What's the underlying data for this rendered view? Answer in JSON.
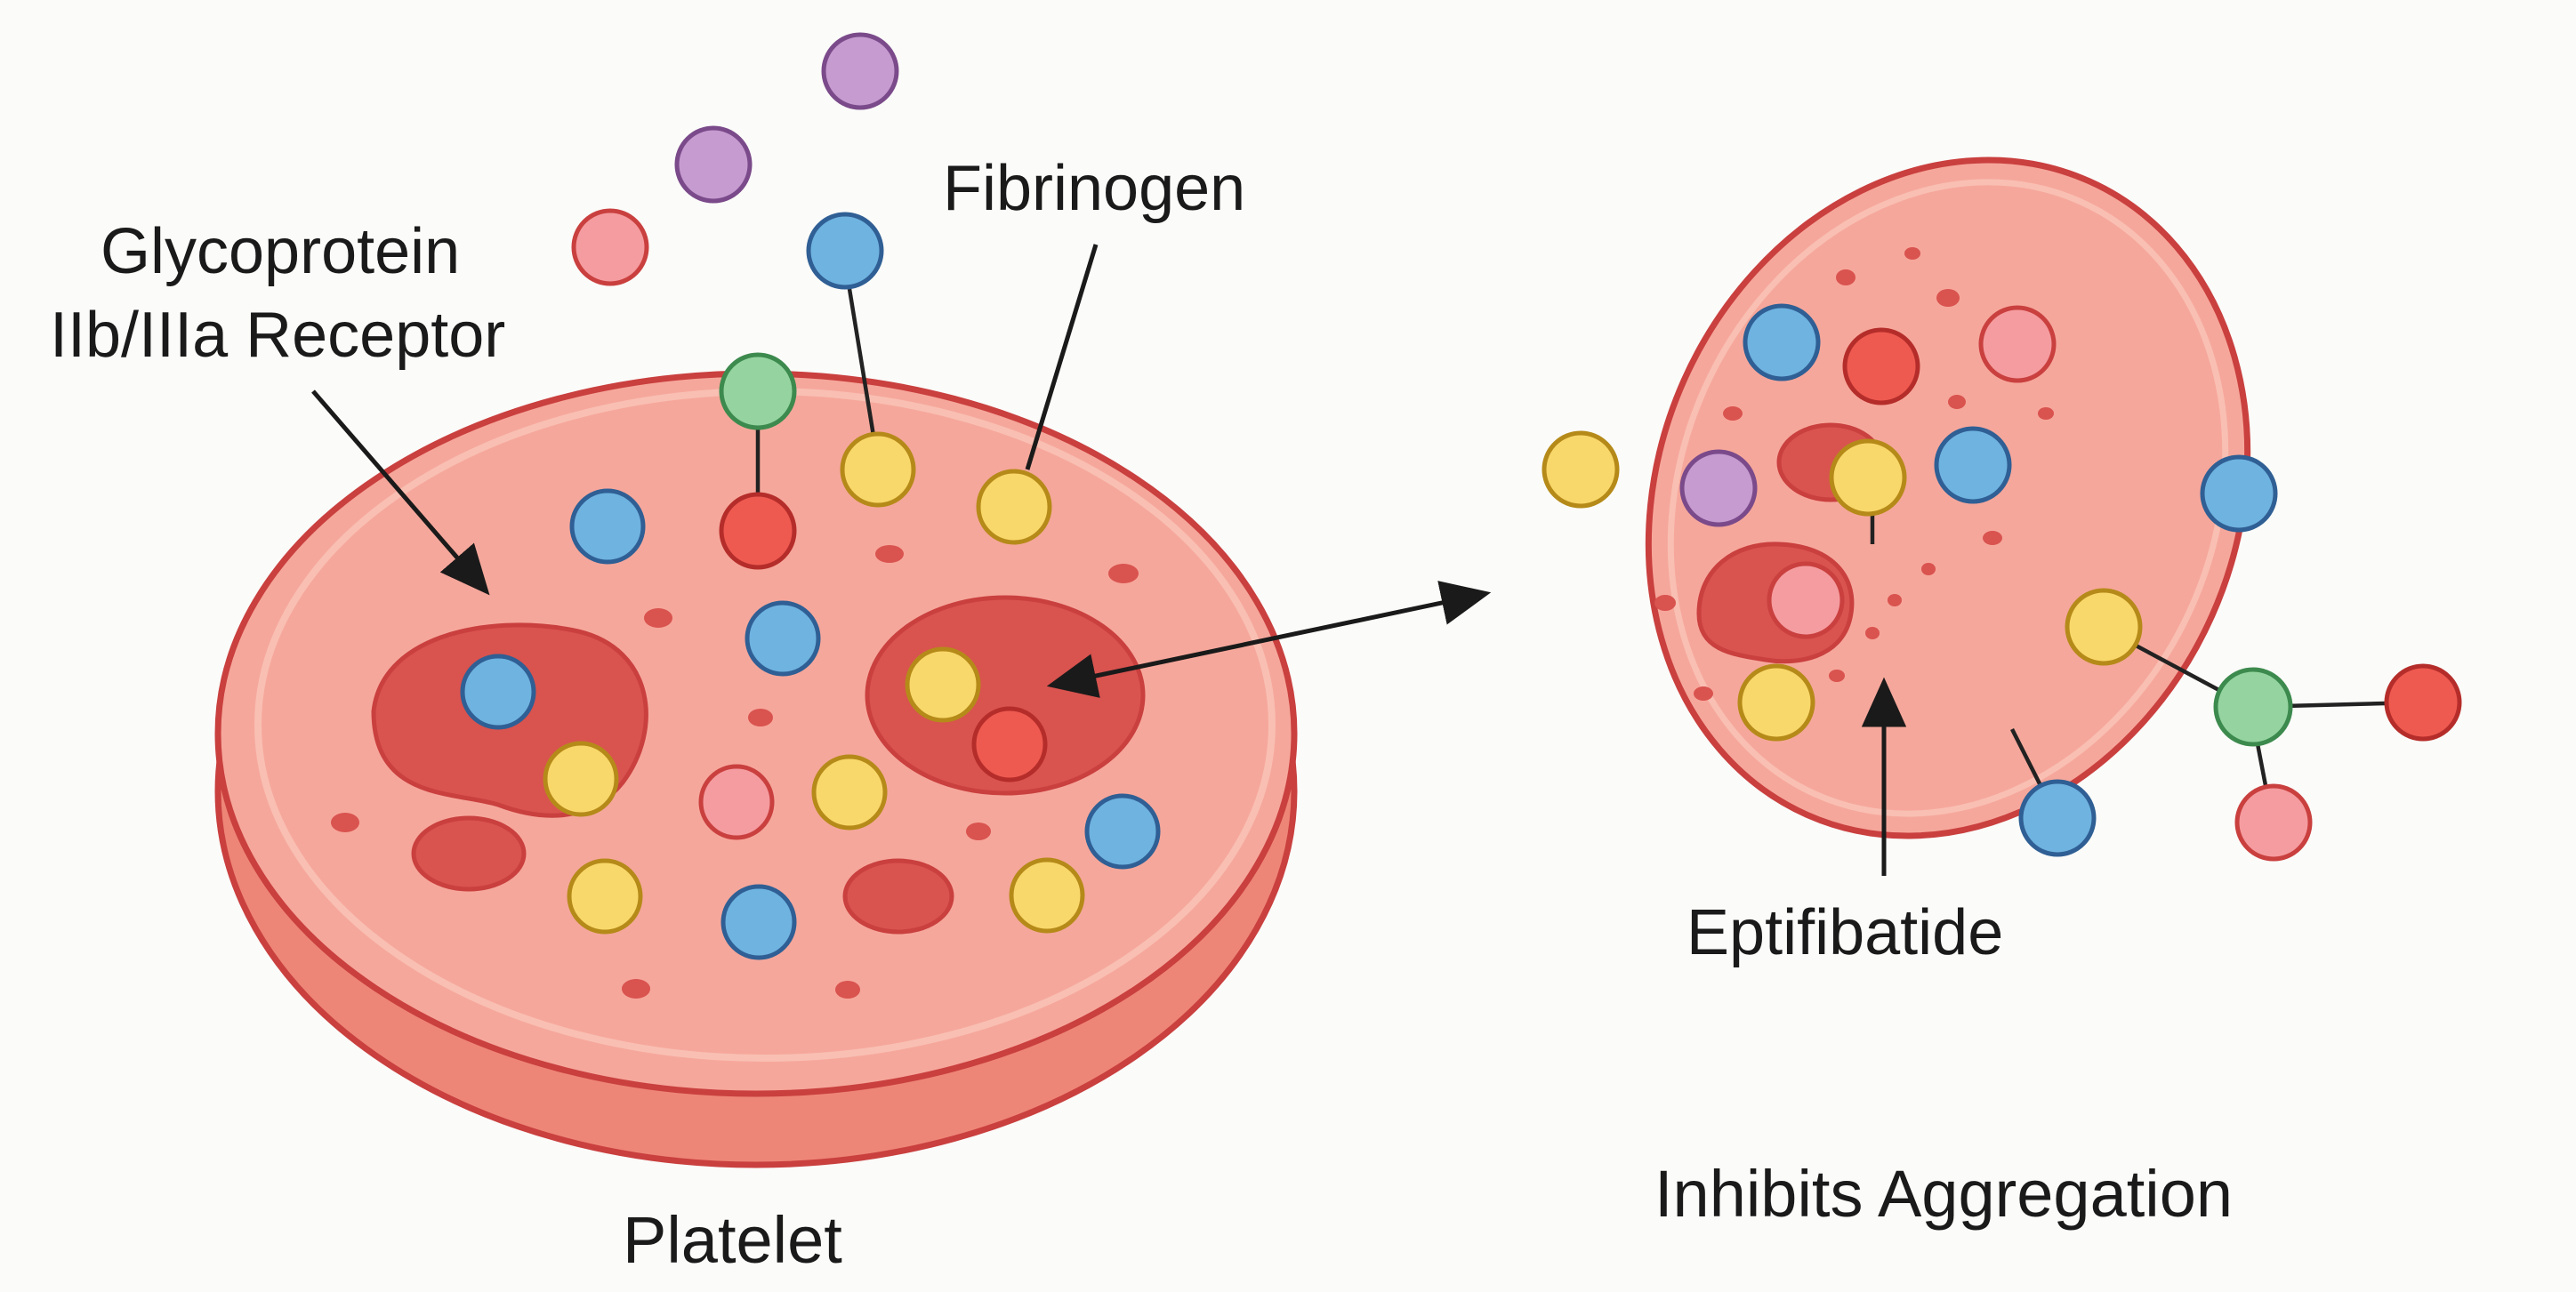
{
  "labels": {
    "receptor_line1": "Glycoprotein",
    "receptor_line2": "IIb/IIIa Receptor",
    "fibrinogen": "Fibrinogen",
    "platelet": "Platelet",
    "eptifibatide": "Eptifibatide",
    "inhibits": "Inhibits Aggregation"
  },
  "colors": {
    "background": "#fbfbf9",
    "platelet_fill": "#f6a79b",
    "platelet_edge": "#c9403f",
    "platelet_side": "#ee8677",
    "granule": "#d9534f",
    "receptor_blue": "#6fb3e0",
    "ligand_yellow": "#f9d86b",
    "molecule_pink": "#f59ca0",
    "molecule_red": "#ef5a50",
    "molecule_green": "#95d4a0",
    "molecule_purple": "#c69bd0",
    "text": "#1a1a1a"
  },
  "icons": [
    "arrow-icon",
    "double-arrow-icon",
    "molecule-icon"
  ]
}
